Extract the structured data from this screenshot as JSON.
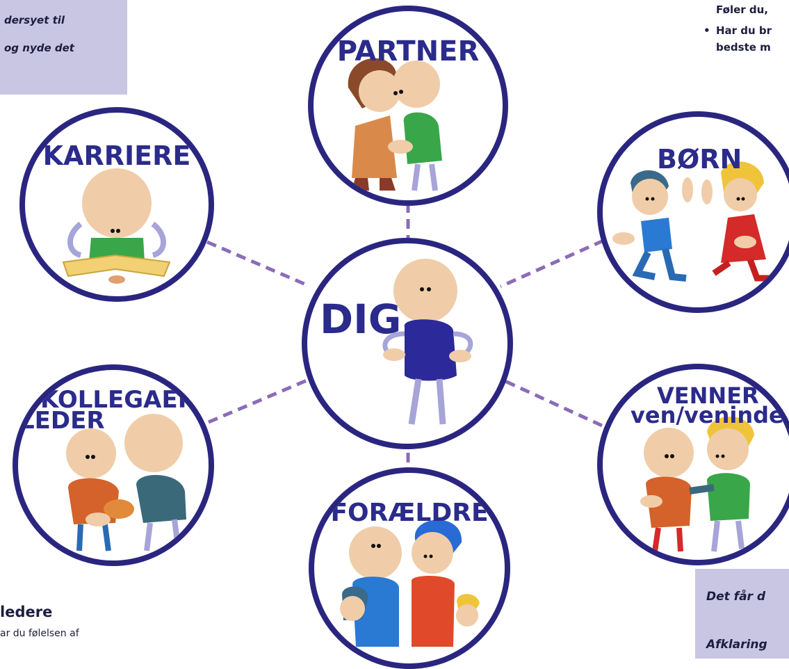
{
  "top_left_box": {
    "line1": "dersyet til",
    "line2": "og nyde det"
  },
  "top_right_text": {
    "line1": "Føler du,",
    "line2": "Har du br",
    "line3": "bedste m",
    "bullet": "•"
  },
  "bottom_left": {
    "title": "ledere",
    "text": "ar du følelsen af"
  },
  "bottom_right_box": {
    "line1": "Det får d",
    "line2": "Afklaring"
  },
  "circles": {
    "partner": "PARTNER",
    "karriere": "KARRIERE",
    "boern": "BØRN",
    "dig": "DIG",
    "kollegaer_line1": "KOLLEGAER/",
    "kollegaer_line2": "LEDER",
    "venner_line1": "VENNER",
    "venner_line2": "ven/veninde",
    "foraeldre": "FORÆLDRE"
  },
  "colors": {
    "circle_border": "#2a2680",
    "label": "#2b2b8c",
    "connector": "#8b6cb8",
    "box_fill": "#c9c6e3"
  }
}
